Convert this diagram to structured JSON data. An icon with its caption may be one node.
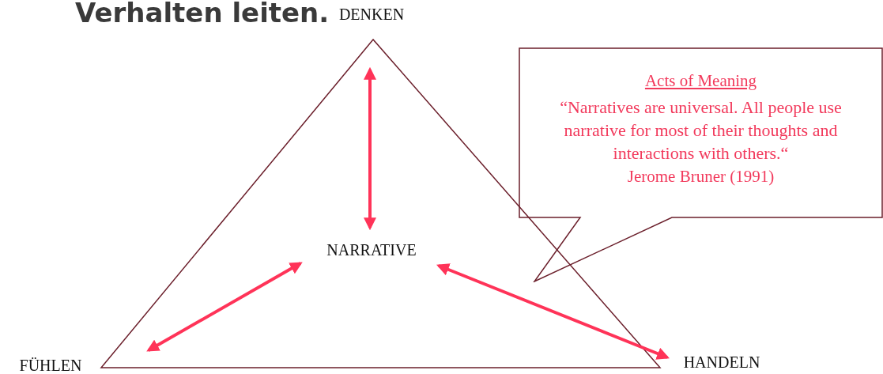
{
  "diagram": {
    "title": "Verhalten leiten.",
    "nodes": [
      {
        "text": [
          "DENKEN"
        ]
      },
      {
        "text": [
          "NARRATIVE"
        ]
      },
      {
        "text": [
          "FÜHLEN"
        ]
      },
      {
        "text": [
          "HANDELN"
        ]
      },
      {
        "text": [
          "Acts of Meaning",
          "“Narratives are universal. All people use narrative for most of their thoughts and interactions with others.“",
          "Jerome Bruner (1991)"
        ]
      }
    ],
    "edges": [
      {
        "from": 1,
        "to": 0,
        "arrow": "both"
      },
      {
        "from": 1,
        "to": 2,
        "arrow": "both"
      },
      {
        "from": 1,
        "to": 3,
        "arrow": "both"
      }
    ]
  }
}
